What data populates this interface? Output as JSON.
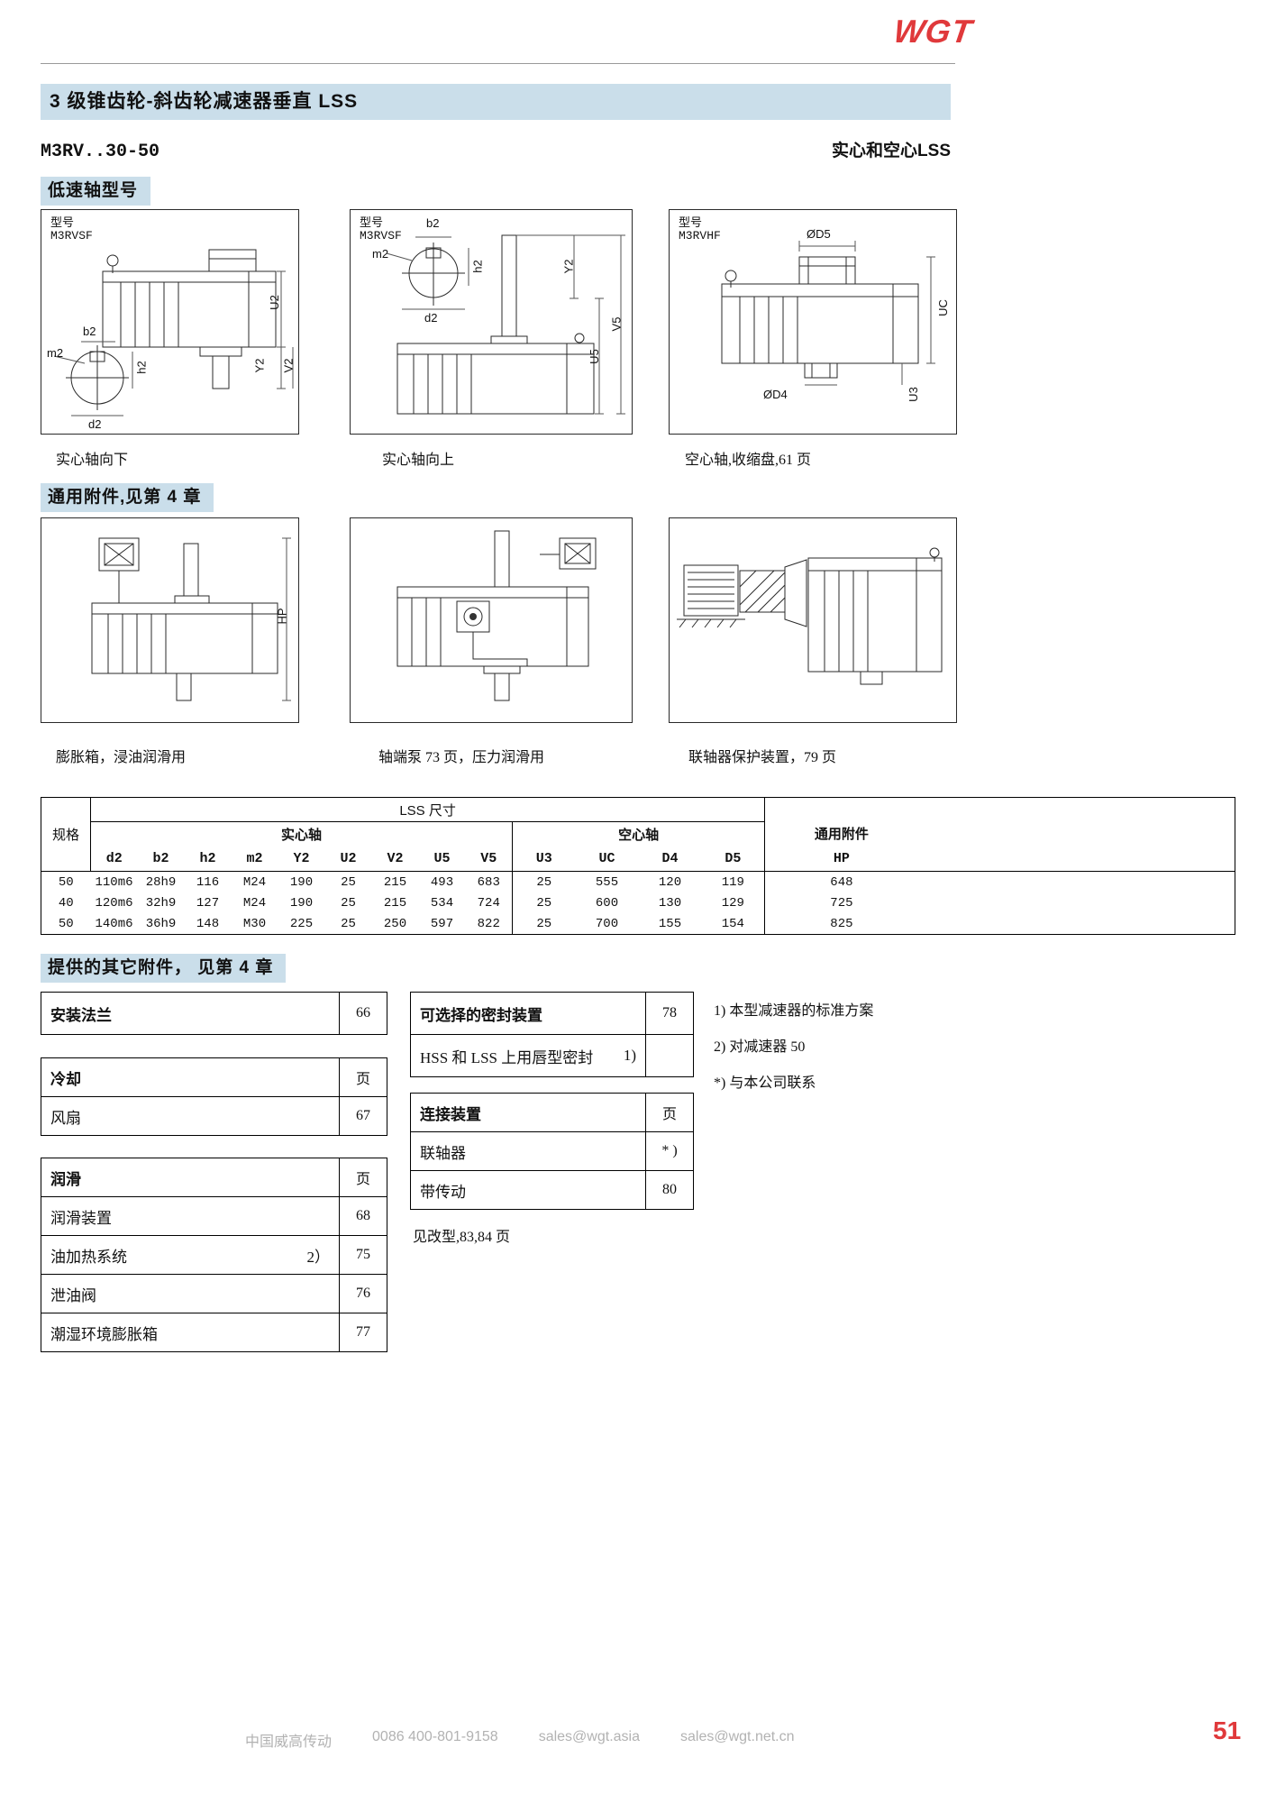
{
  "header": {
    "logo": "WGT",
    "title": "3 级锥齿轮-斜齿轮减速器垂直 LSS",
    "model": "M3RV..30-50",
    "shaft_note": "实心和空心LSS",
    "section_low_speed": "低速轴型号",
    "section_accessories": "通用附件,见第 4 章",
    "section_other": "提供的其它附件， 见第 4 章"
  },
  "drawings": {
    "box1": {
      "type_label": "型号",
      "model": "M3RVSF",
      "dims": {
        "b2": "b2",
        "m2": "m2",
        "h2": "h2",
        "d2": "d2",
        "U2": "U2",
        "Y2": "Y2",
        "V2": "V2"
      },
      "caption": "实心轴向下"
    },
    "box2": {
      "type_label": "型号",
      "model": "M3RVSF",
      "dims": {
        "b2": "b2",
        "m2": "m2",
        "h2": "h2",
        "d2": "d2",
        "Y2": "Y2",
        "U5": "U5",
        "V5": "V5"
      },
      "caption": "实心轴向上"
    },
    "box3": {
      "type_label": "型号",
      "model": "M3RVHF",
      "dims": {
        "D5": "ØD5",
        "UC": "UC",
        "D4": "ØD4",
        "U3": "U3"
      },
      "caption": "空心轴,收缩盘,61 页"
    },
    "box4": {
      "dims": {
        "HP": "HP"
      },
      "caption": "膨胀箱，浸油润滑用"
    },
    "box5": {
      "caption": "轴端泵 73 页，压力润滑用"
    },
    "box6": {
      "caption": "联轴器保护装置，79 页"
    }
  },
  "table": {
    "corner": "规格",
    "title": "LSS 尺寸",
    "groups": {
      "solid": "实心轴",
      "hollow": "空心轴",
      "common": "通用附件"
    },
    "columns": [
      "d2",
      "b2",
      "h2",
      "m2",
      "Y2",
      "U2",
      "V2",
      "U5",
      "V5",
      "U3",
      "UC",
      "D4",
      "D5",
      "HP"
    ],
    "rows": [
      [
        "50",
        "110m6",
        "28h9",
        "116",
        "M24",
        "190",
        "25",
        "215",
        "493",
        "683",
        "25",
        "555",
        "120",
        "119",
        "648"
      ],
      [
        "40",
        "120m6",
        "32h9",
        "127",
        "M24",
        "190",
        "25",
        "215",
        "534",
        "724",
        "25",
        "600",
        "130",
        "129",
        "725"
      ],
      [
        "50",
        "140m6",
        "36h9",
        "148",
        "M30",
        "225",
        "25",
        "250",
        "597",
        "822",
        "25",
        "700",
        "155",
        "154",
        "825"
      ]
    ]
  },
  "accessories": {
    "left": {
      "t1": [
        {
          "label": "安装法兰",
          "value": "66"
        }
      ],
      "t2": [
        {
          "label": "冷却",
          "value": "页"
        },
        {
          "label": "风扇",
          "value": "67"
        }
      ],
      "t3": [
        {
          "label": "润滑",
          "value": "页"
        },
        {
          "label": "润滑装置",
          "value": "68"
        },
        {
          "label": "油加热系统",
          "note": "2）",
          "value": "75"
        },
        {
          "label": "泄油阀",
          "value": "76"
        },
        {
          "label": "潮湿环境膨胀箱",
          "value": "77"
        }
      ]
    },
    "right": {
      "t1": [
        {
          "label": "可选择的密封装置",
          "value": "78"
        },
        {
          "label": "HSS 和 LSS 上用唇型密封",
          "note": "1)",
          "value": ""
        }
      ],
      "t2": [
        {
          "label": "连接装置",
          "value": "页"
        },
        {
          "label": "联轴器",
          "value": "* )"
        },
        {
          "label": "带传动",
          "value": "80"
        }
      ],
      "footnote": "见改型,83,84 页"
    },
    "notes": [
      "1) 本型减速器的标准方案",
      "2) 对减速器 50",
      "*) 与本公司联系"
    ]
  },
  "footer": {
    "company": "中国威高传动",
    "phone": "0086 400-801-9158",
    "email1": "sales@wgt.asia",
    "email2": "sales@wgt.net.cn",
    "page": "51"
  }
}
